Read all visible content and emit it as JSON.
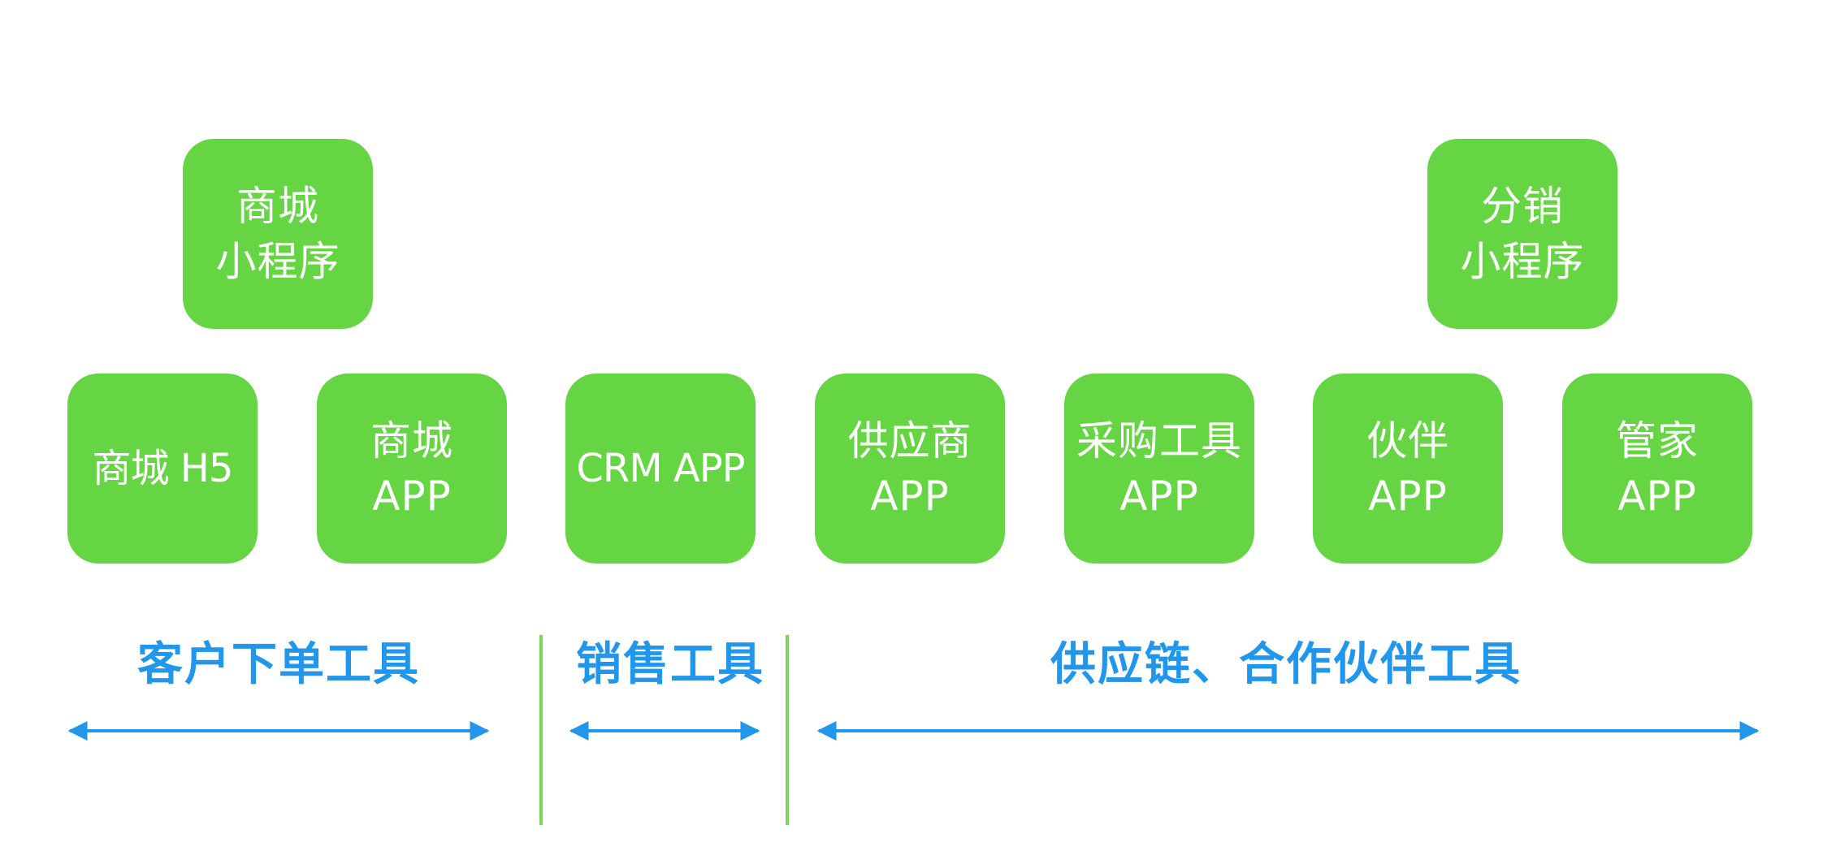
{
  "tiles": {
    "mall_mini_program": {
      "line1": "商城",
      "line2": "小程序"
    },
    "distribution_mini_program": {
      "line1": "分销",
      "line2": "小程序"
    },
    "mall_h5": {
      "line1": "商城 H5"
    },
    "mall_app": {
      "line1": "商城",
      "line2": "APP"
    },
    "crm_app": {
      "line1": "CRM APP"
    },
    "supplier_app": {
      "line1": "供应商",
      "line2": "APP"
    },
    "purchasing_tool_app": {
      "line1": "采购工具",
      "line2": "APP"
    },
    "partner_app": {
      "line1": "伙伴",
      "line2": "APP"
    },
    "steward_app": {
      "line1": "管家",
      "line2": "APP"
    }
  },
  "groups": {
    "customer_ordering": "客户下单工具",
    "sales": "销售工具",
    "supply_chain_partners": "供应链、合作伙伴工具"
  },
  "colors": {
    "tile_fill": "#65d544",
    "tile_text": "#ffffff",
    "label_and_arrow": "#2196ed",
    "divider": "#7dd65b"
  }
}
